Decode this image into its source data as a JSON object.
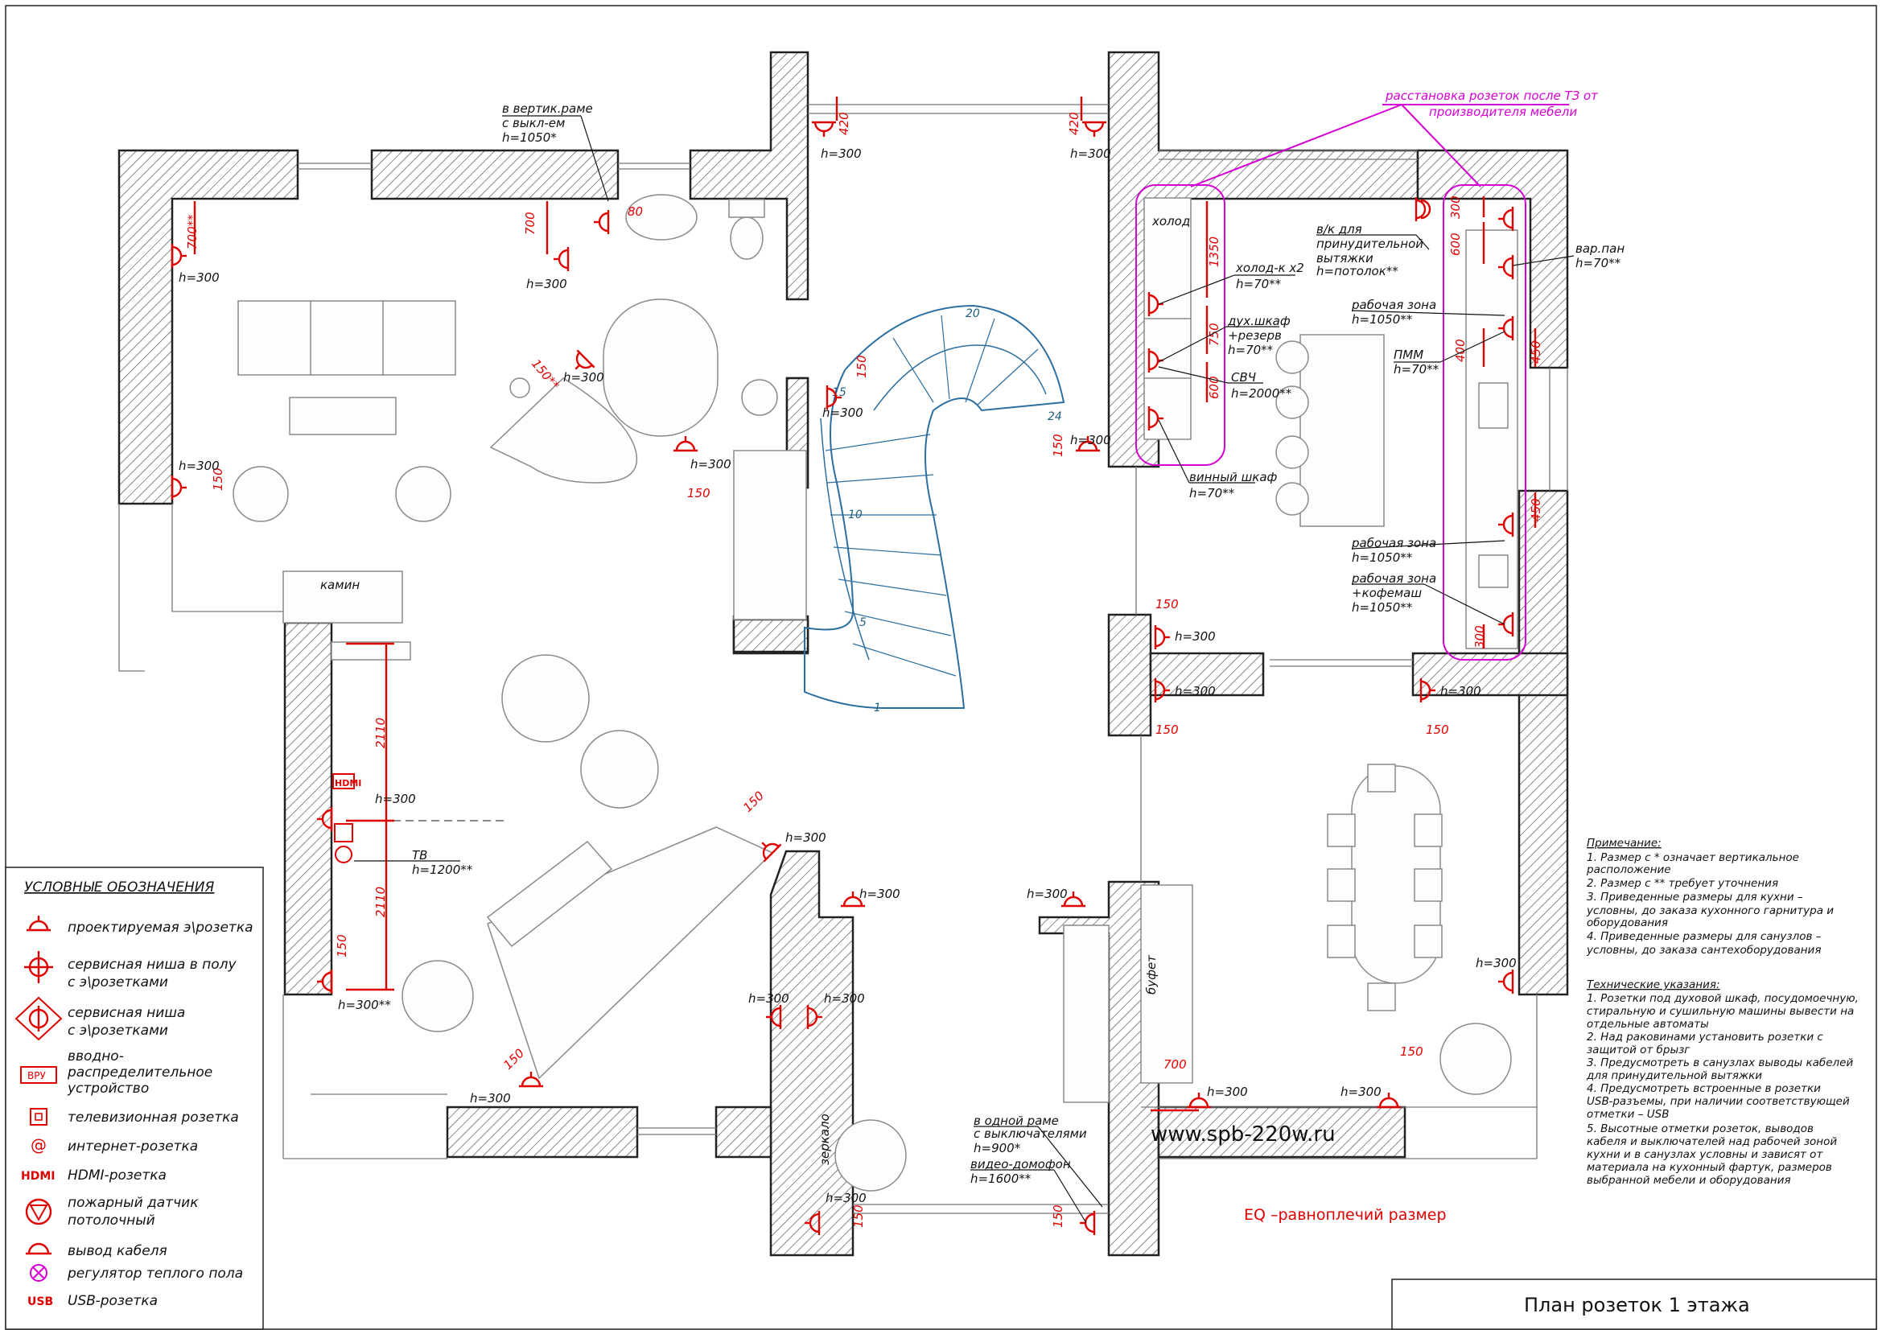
{
  "title": "План розеток 1 этажа",
  "website": "www.spb-220w.ru",
  "eq_note": "EQ –равноплечий размер",
  "magenta_note": [
    "расстановка розеток после ТЗ от",
    "производителя мебели"
  ],
  "stair_numbers": [
    "20",
    "24",
    "15",
    "10",
    "5",
    "1"
  ],
  "room_texts": {
    "fireplace": "камин",
    "buffet": "буфет",
    "mirror": "зеркало",
    "fridge_word": "холод"
  },
  "socket_heights": {
    "h300": "h=300",
    "h300ss": "h=300**"
  },
  "dims": {
    "d420": "420",
    "d700ss": "700**",
    "d700": "700",
    "d80": "80",
    "d150": "150",
    "d150ss": "150**",
    "d1350": "1350",
    "d750": "750",
    "d600": "600",
    "d300": "300",
    "d400": "400",
    "d450": "450",
    "d2110": "2110"
  },
  "annotations": {
    "bath_frame": [
      "в вертик.раме",
      "с выкл-ем",
      "h=1050*"
    ],
    "fridge": [
      "холод-к х2",
      "h=70**"
    ],
    "oven": [
      "дух.шкаф",
      "+резерв",
      "h=70**"
    ],
    "microwave": [
      "СВЧ",
      "h=2000**"
    ],
    "wine": [
      "винный шкаф",
      "h=70**"
    ],
    "hood": [
      "в/к для",
      "принудительной",
      "вытяжки",
      "h=потолок**"
    ],
    "bar": [
      "вар.пан",
      "h=70**"
    ],
    "work1": [
      "рабочая зона",
      "h=1050**"
    ],
    "pmm": [
      "ПММ",
      "h=70**"
    ],
    "work2": [
      "рабочая зона",
      "h=1050**"
    ],
    "work3": [
      "рабочая зона",
      "+кофемаш",
      "h=1050**"
    ],
    "tv": [
      "ТВ",
      "h=1200**"
    ],
    "door_frame": [
      "в одной раме",
      "с выключателями",
      "h=900*"
    ],
    "intercom": [
      "видео-домофон",
      "h=1600**"
    ]
  },
  "legend": {
    "heading": "УСЛОВНЫЕ ОБОЗНАЧЕНИЯ",
    "items": [
      [
        "проектируемая э\\розетка"
      ],
      [
        "сервисная ниша в полу",
        "с э\\розетками"
      ],
      [
        "сервисная ниша",
        "с э\\розетками"
      ],
      [
        "вводно-",
        "распределительное",
        "устройство"
      ],
      [
        "телевизионная розетка"
      ],
      [
        "интернет-розетка"
      ],
      [
        "HDMI-розетка"
      ],
      [
        "пожарный датчик",
        "потолочный"
      ],
      [
        "вывод кабеля"
      ],
      [
        "регулятор теплого пола"
      ],
      [
        "USB-розетка"
      ]
    ],
    "symbol_texts": {
      "vru": "ВРУ",
      "hdmi": "HDMI",
      "usb": "USB"
    }
  },
  "notes": {
    "heading1": "Примечание:",
    "lines1": [
      "1. Размер с * означает вертикальное",
      "расположение",
      "2. Размер с ** требует уточнения",
      "3. Приведенные размеры для кухни –",
      "условны, до заказа кухонного гарнитура и",
      "оборудования",
      "4. Приведенные размеры для санузлов –",
      "условны, до заказа сантехоборудования"
    ],
    "heading2": "Технические указания:",
    "lines2": [
      "1. Розетки под духовой шкаф, посудомоечную,",
      "стиральную и сушильную машины вывести на",
      "отдельные автоматы",
      "2. Над раковинами установить розетки с",
      "защитой от брызг",
      "3. Предусмотреть в санузлах выводы кабелей",
      "для принудительной вытяжки",
      "4. Предусмотреть встроенные в розетки",
      "USB-разъемы, при наличии соответствующей",
      "отметки – USB",
      "5. Высотные отметки розеток, выводов",
      "кабеля и выключателей над рабочей зоной",
      "кухни и в санузлах условны и зависят от",
      "материала на кухонный фартук, размеров",
      "выбранной мебели и оборудования"
    ]
  }
}
